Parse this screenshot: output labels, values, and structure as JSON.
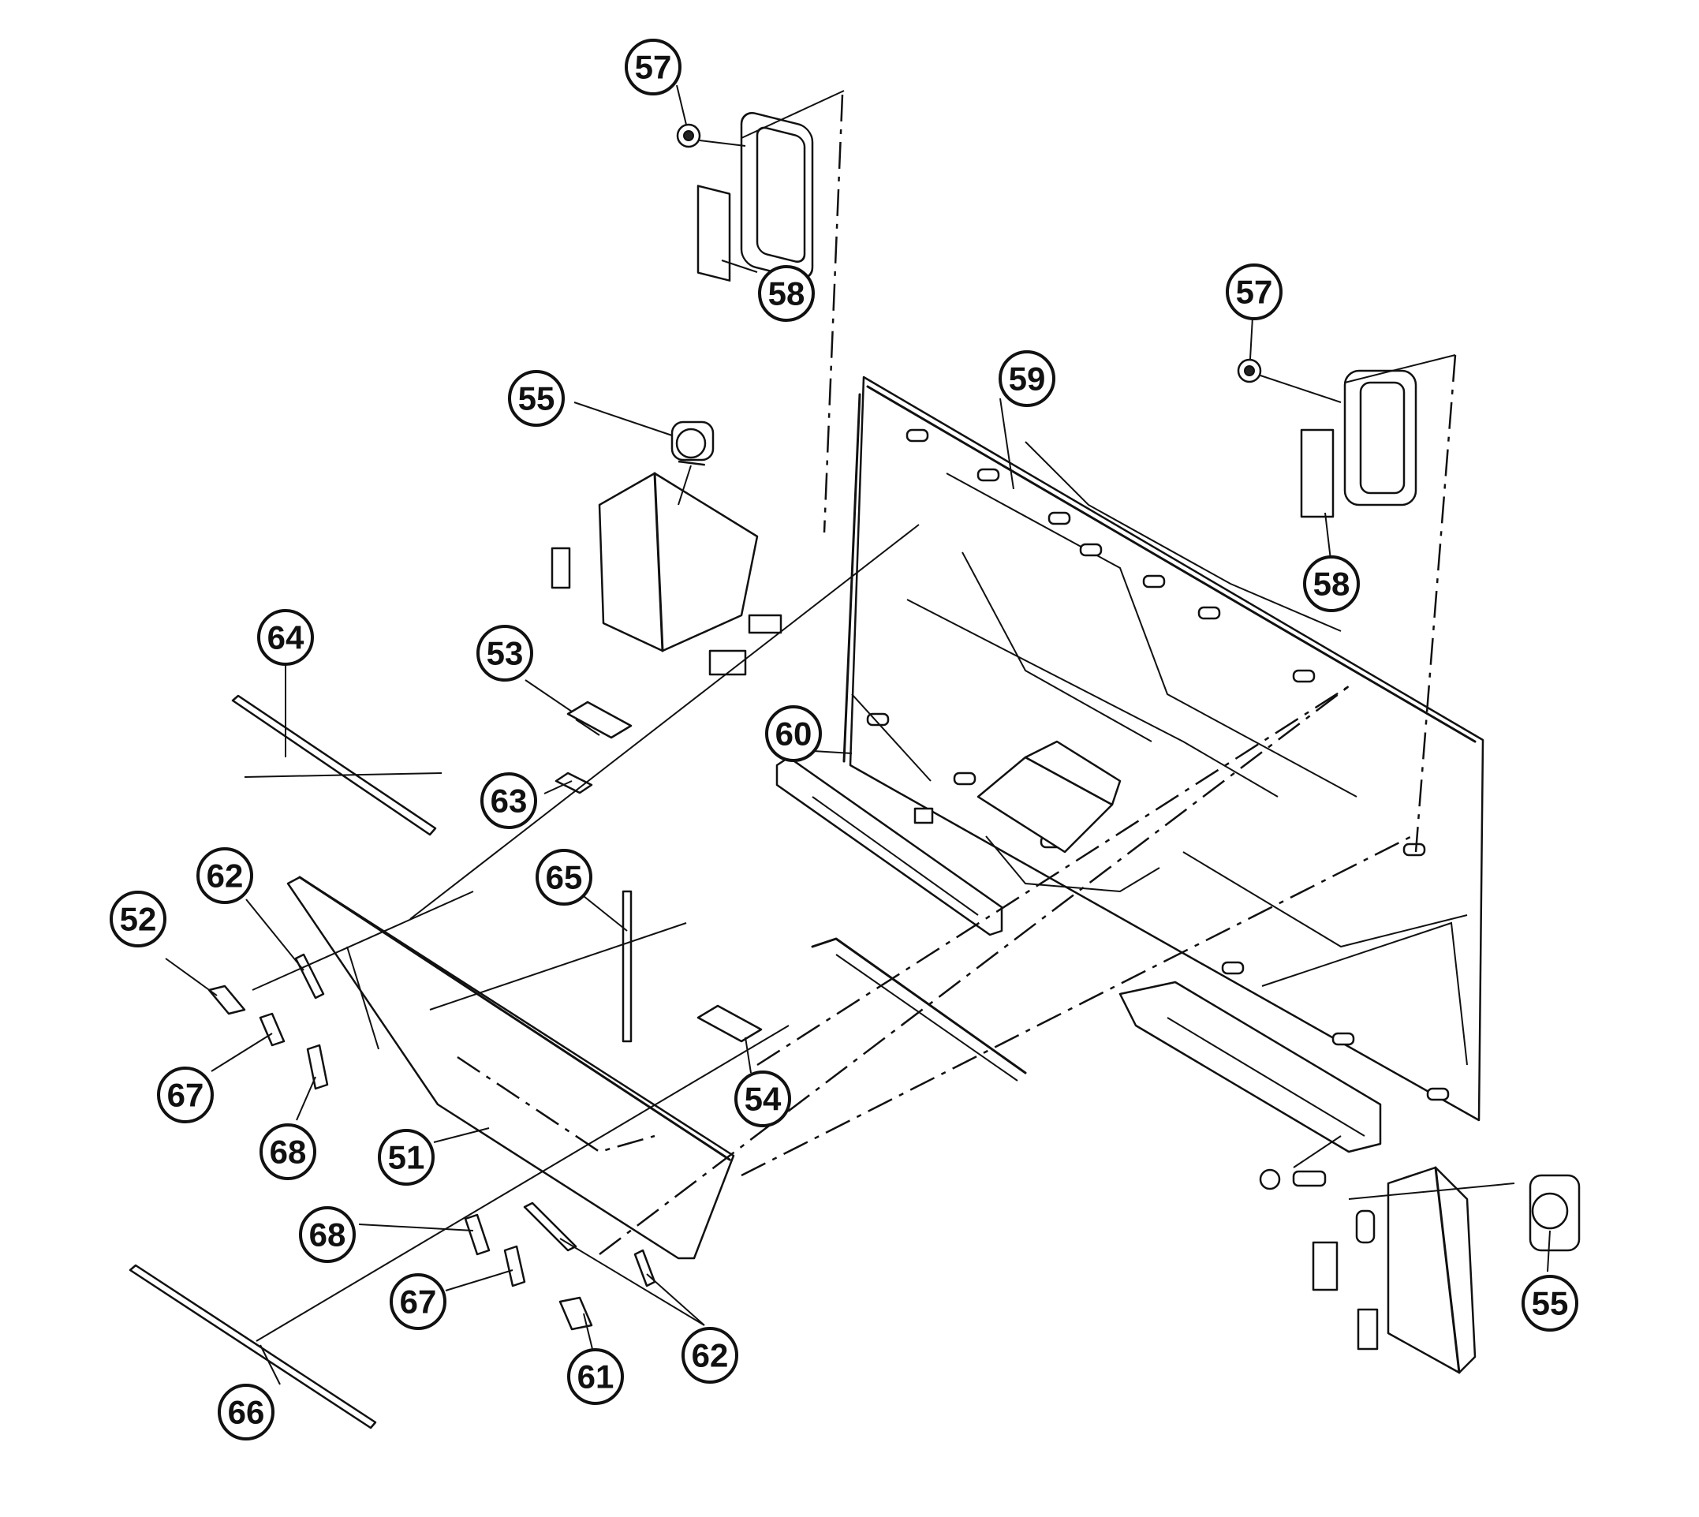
{
  "callouts": [
    {
      "label": "57"
    },
    {
      "label": "58"
    },
    {
      "label": "57"
    },
    {
      "label": "58"
    },
    {
      "label": "59"
    },
    {
      "label": "55"
    },
    {
      "label": "64"
    },
    {
      "label": "53"
    },
    {
      "label": "63"
    },
    {
      "label": "60"
    },
    {
      "label": "62"
    },
    {
      "label": "52"
    },
    {
      "label": "65"
    },
    {
      "label": "67"
    },
    {
      "label": "68"
    },
    {
      "label": "51"
    },
    {
      "label": "54"
    },
    {
      "label": "68"
    },
    {
      "label": "67"
    },
    {
      "label": "61"
    },
    {
      "label": "62"
    },
    {
      "label": "66"
    },
    {
      "label": "55"
    }
  ]
}
